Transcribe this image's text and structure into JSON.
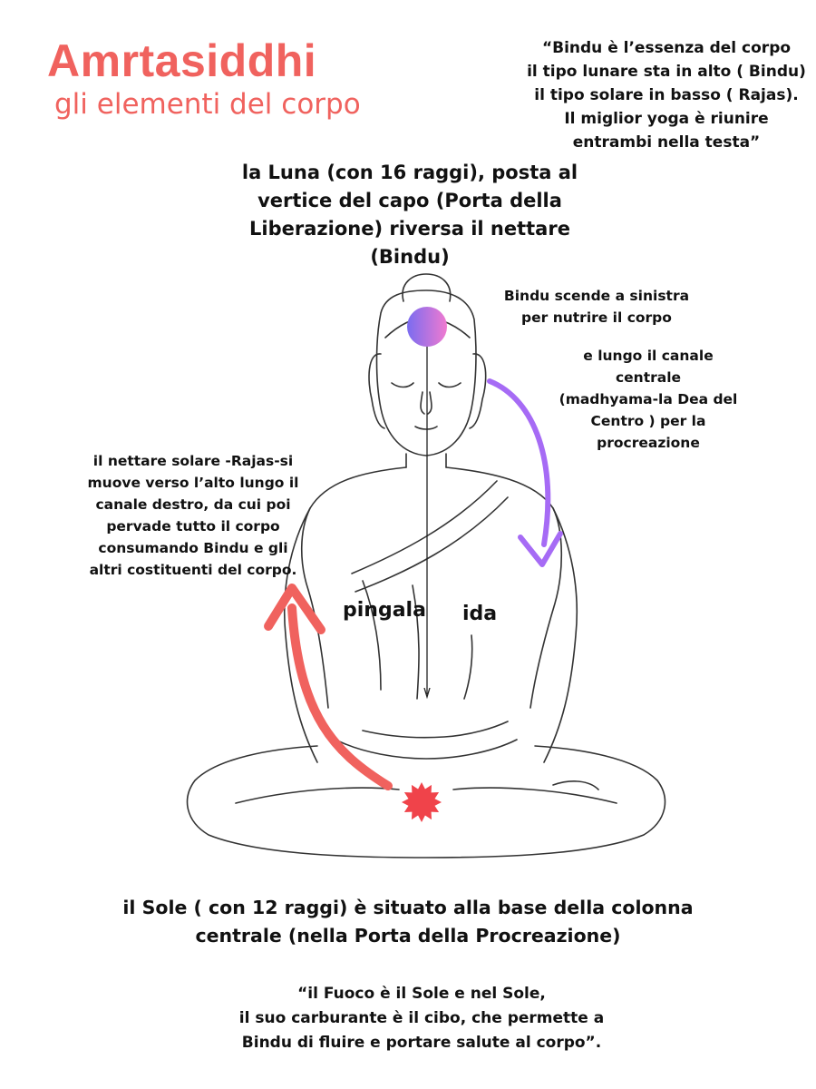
{
  "header": {
    "title": "Amrtasiddhi",
    "subtitle": "gli elementi del corpo"
  },
  "quote_top": [
    "“Bindu è l’essenza del corpo",
    "il tipo lunare sta in alto ( Bindu)",
    "il tipo solare in basso ( Rajas).",
    "Il miglior yoga è riunire",
    "entrambi nella testa”"
  ],
  "luna_text": [
    "la Luna (con 16 raggi), posta al",
    "vertice del capo (Porta della",
    "Liberazione) riversa il nettare",
    "(Bindu)"
  ],
  "bindu_sinistra": [
    "Bindu scende a sinistra",
    "per nutrire il corpo"
  ],
  "canale_centrale": [
    "e lungo il canale",
    "centrale",
    "(madhyama-la Dea del",
    "Centro ) per la",
    "procreazione"
  ],
  "nettare_solare": [
    "il nettare solare -Rajas-si",
    "muove verso l’alto lungo il",
    "canale destro, da cui poi",
    "pervade tutto il corpo",
    "consumando Bindu e gli",
    "altri costituenti del corpo."
  ],
  "channels": {
    "pingala": "pingala",
    "ida": "ida"
  },
  "sole_text": [
    "il Sole ( con 12 raggi) è situato alla base della colonna",
    "centrale (nella Porta della Procreazione)"
  ],
  "quote_bottom": [
    "“il Fuoco è il Sole e nel Sole,",
    "il suo carburante è il cibo, che permette a",
    "Bindu di fluire e portare salute al corpo”."
  ],
  "colors": {
    "title": "#f0625e",
    "sun": "#f0434a",
    "red_arrow": "#f0625e",
    "purple_arrow": "#a66bf5",
    "moon_from": "#7a6cf0",
    "moon_to": "#f07ad0",
    "outline": "#333333"
  },
  "icons": {
    "moon": "moon-circle-icon",
    "sun": "sun-starburst-icon",
    "left_arrow": "curved-arrow-down-icon",
    "right_arrow": "curved-arrow-up-icon"
  }
}
